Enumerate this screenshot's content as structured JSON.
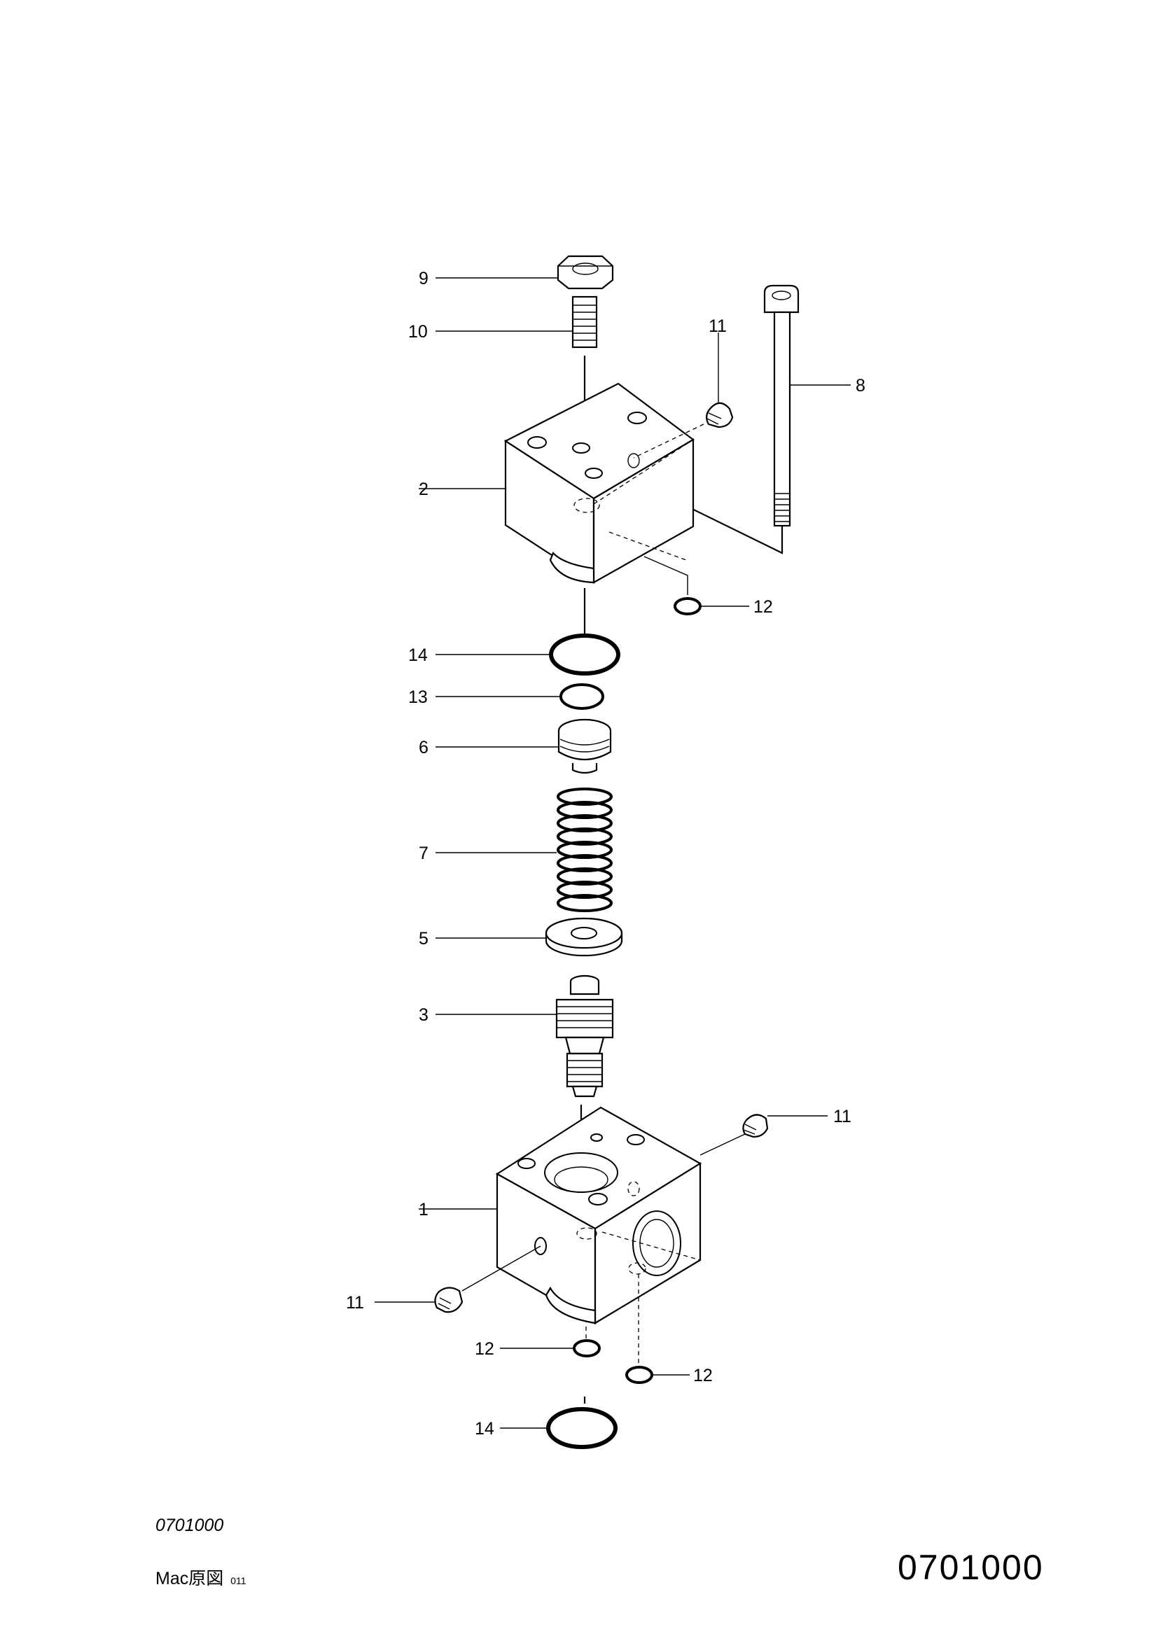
{
  "callouts": {
    "c1": "1",
    "c2": "2",
    "c3": "3",
    "c5": "5",
    "c6": "6",
    "c7": "7",
    "c8": "8",
    "c9": "9",
    "c10": "10",
    "c11": "11",
    "c12": "12",
    "c13": "13",
    "c14": "14"
  },
  "footer": {
    "drawing_number": "0701000",
    "drawing_number_small": "0701000",
    "mac_note": "Mac原図",
    "mac_rev": "011"
  }
}
